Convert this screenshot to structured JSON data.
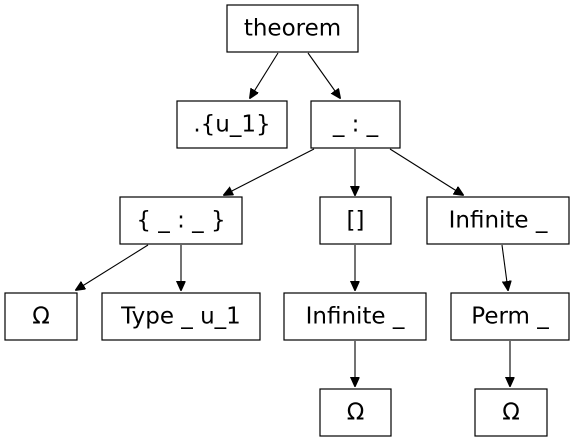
{
  "nodes": {
    "theorem": "theorem",
    "universe_params": ".{u_1}",
    "typed_term": "_ : _",
    "set_builder": "{ _ : _ }",
    "empty_list": "[]",
    "infinite_outer": "Infinite _",
    "omega_left": "Ω",
    "type_u1": "Type _ u_1",
    "infinite_inner": "Infinite _",
    "perm": "Perm _",
    "omega_middle": "Ω",
    "omega_right": "Ω"
  }
}
